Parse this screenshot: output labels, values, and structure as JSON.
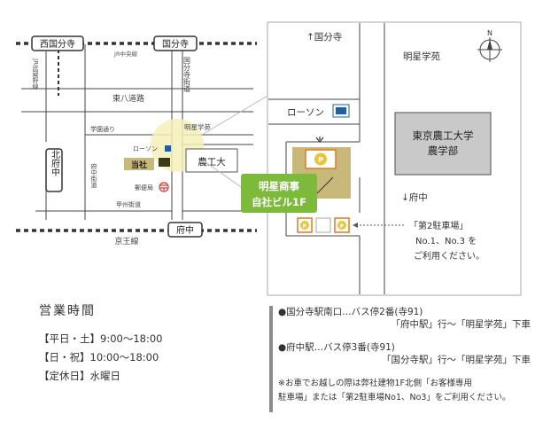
{
  "left_map": {
    "stations": {
      "nishi_kokubunji": "西国分寺",
      "kokubunji": "国分寺",
      "fuchu_side": "北府中",
      "fuchu": "府中"
    },
    "lines": {
      "chuo": "JR中央線",
      "musashino": "JR武蔵野線",
      "keio": "京王線"
    },
    "roads": {
      "higashi_hachido": "東八道路",
      "gakuen": "学園通り",
      "kokubunji_kaido": "国分寺街道",
      "fuchu_kaido": "府中街道",
      "koshu": "甲州街道"
    },
    "landmarks": {
      "meisei": "明星学苑",
      "lawson": "ローソン",
      "ours": "当社",
      "post": "郵便局",
      "noukodai": "農工大"
    }
  },
  "callout": {
    "line1": "明星商事",
    "line2": "自社ビル1F"
  },
  "right_map": {
    "to_kokubunji": "↑国分寺",
    "meisei": "明星学苑",
    "lawson": "ローソン",
    "university_line1": "東京農工大学",
    "university_line2": "農学部",
    "to_fuchu": "↓府中",
    "parking_mark": "P",
    "parking_note": [
      "「第2駐車場」",
      "No.1、No.3 を",
      "ご利用ください。"
    ]
  },
  "hours": {
    "title": "営業時間",
    "weekday_sat": "【平日・土】9:00～18:00",
    "sun_holiday": "【日・祝】10:00～18:00",
    "closed": "【定休日】水曜日"
  },
  "access": {
    "route1_line": "●国分寺駅南口…バス停2番(寺91)",
    "route1_dest": "「府中駅」行～「明星学苑」下車",
    "route2_line": "●府中駅…バス停3番(寺91)",
    "route2_dest": "「国分寺駅」行～「明星学苑」下車",
    "note_line1": "※お車でお越しの際は弊社建物1F北側「お客様専用",
    "note_line2": "駐車場」または「第2駐車場No1、No3」をご利用ください。"
  },
  "colors": {
    "callout_green": "#7dba3c",
    "building_tan": "#c8b87a",
    "lawson_blue": "#1d5fa8",
    "university_gray": "#c9c9c9",
    "parking_yellow": "#e8c53a",
    "parking_border": "#e07a1f",
    "post_red": "#d9342b"
  }
}
